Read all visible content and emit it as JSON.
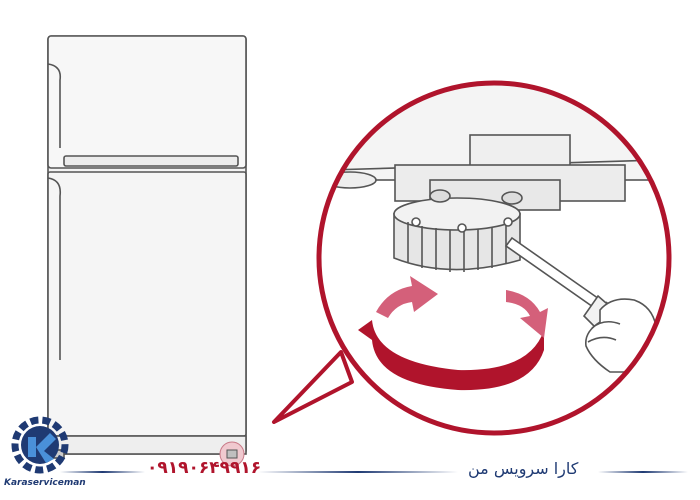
{
  "footer": {
    "phone": "۰۹۱۹۰۶۴۹۹۱۶",
    "brand_name": "کارا سرویس من",
    "logo_text": "Karaserviceman",
    "logo_letter": "K"
  },
  "colors": {
    "accent_red": "#b0142c",
    "brand_blue": "#1f3a73",
    "arrow_pink": "#d4607a",
    "outline": "#555555"
  },
  "icons": [
    "gear-logo-icon",
    "rotation-arrow-icon",
    "screwdriver-icon",
    "hand-icon"
  ]
}
